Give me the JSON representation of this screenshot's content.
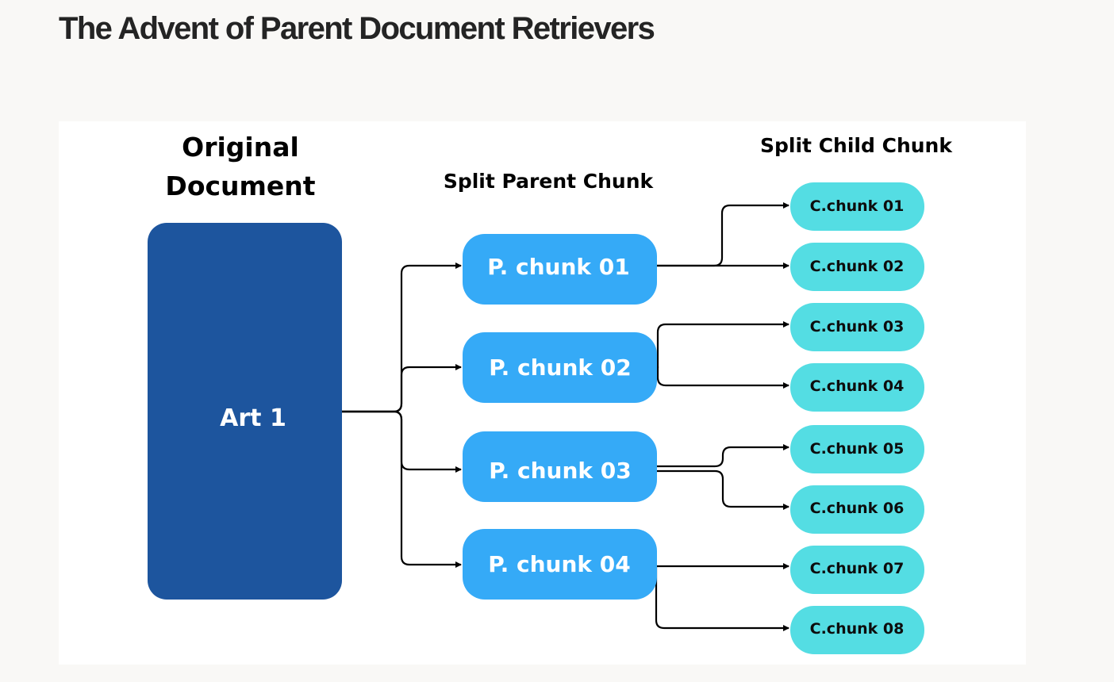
{
  "page": {
    "title": "The Advent of Parent Document Retrievers"
  },
  "diagram": {
    "headings": {
      "original_line1": "Original",
      "original_line2": "Document",
      "parent": "Split Parent Chunk",
      "child": "Split Child Chunk"
    },
    "document": {
      "label": "Art 1"
    },
    "parents": [
      {
        "label": "P. chunk 01"
      },
      {
        "label": "P. chunk 02"
      },
      {
        "label": "P. chunk 03"
      },
      {
        "label": "P. chunk 04"
      }
    ],
    "children": [
      {
        "label": "C.chunk 01"
      },
      {
        "label": "C.chunk 02"
      },
      {
        "label": "C.chunk 03"
      },
      {
        "label": "C.chunk 04"
      },
      {
        "label": "C.chunk 05"
      },
      {
        "label": "C.chunk 06"
      },
      {
        "label": "C.chunk 07"
      },
      {
        "label": "C.chunk 08"
      }
    ],
    "colors": {
      "document": "#1d559e",
      "parent": "#35aaf7",
      "child": "#54dde3",
      "connector": "#000000",
      "document_text": "#ffffff",
      "parent_text": "#ffffff",
      "child_text": "#0d0d0d"
    }
  }
}
